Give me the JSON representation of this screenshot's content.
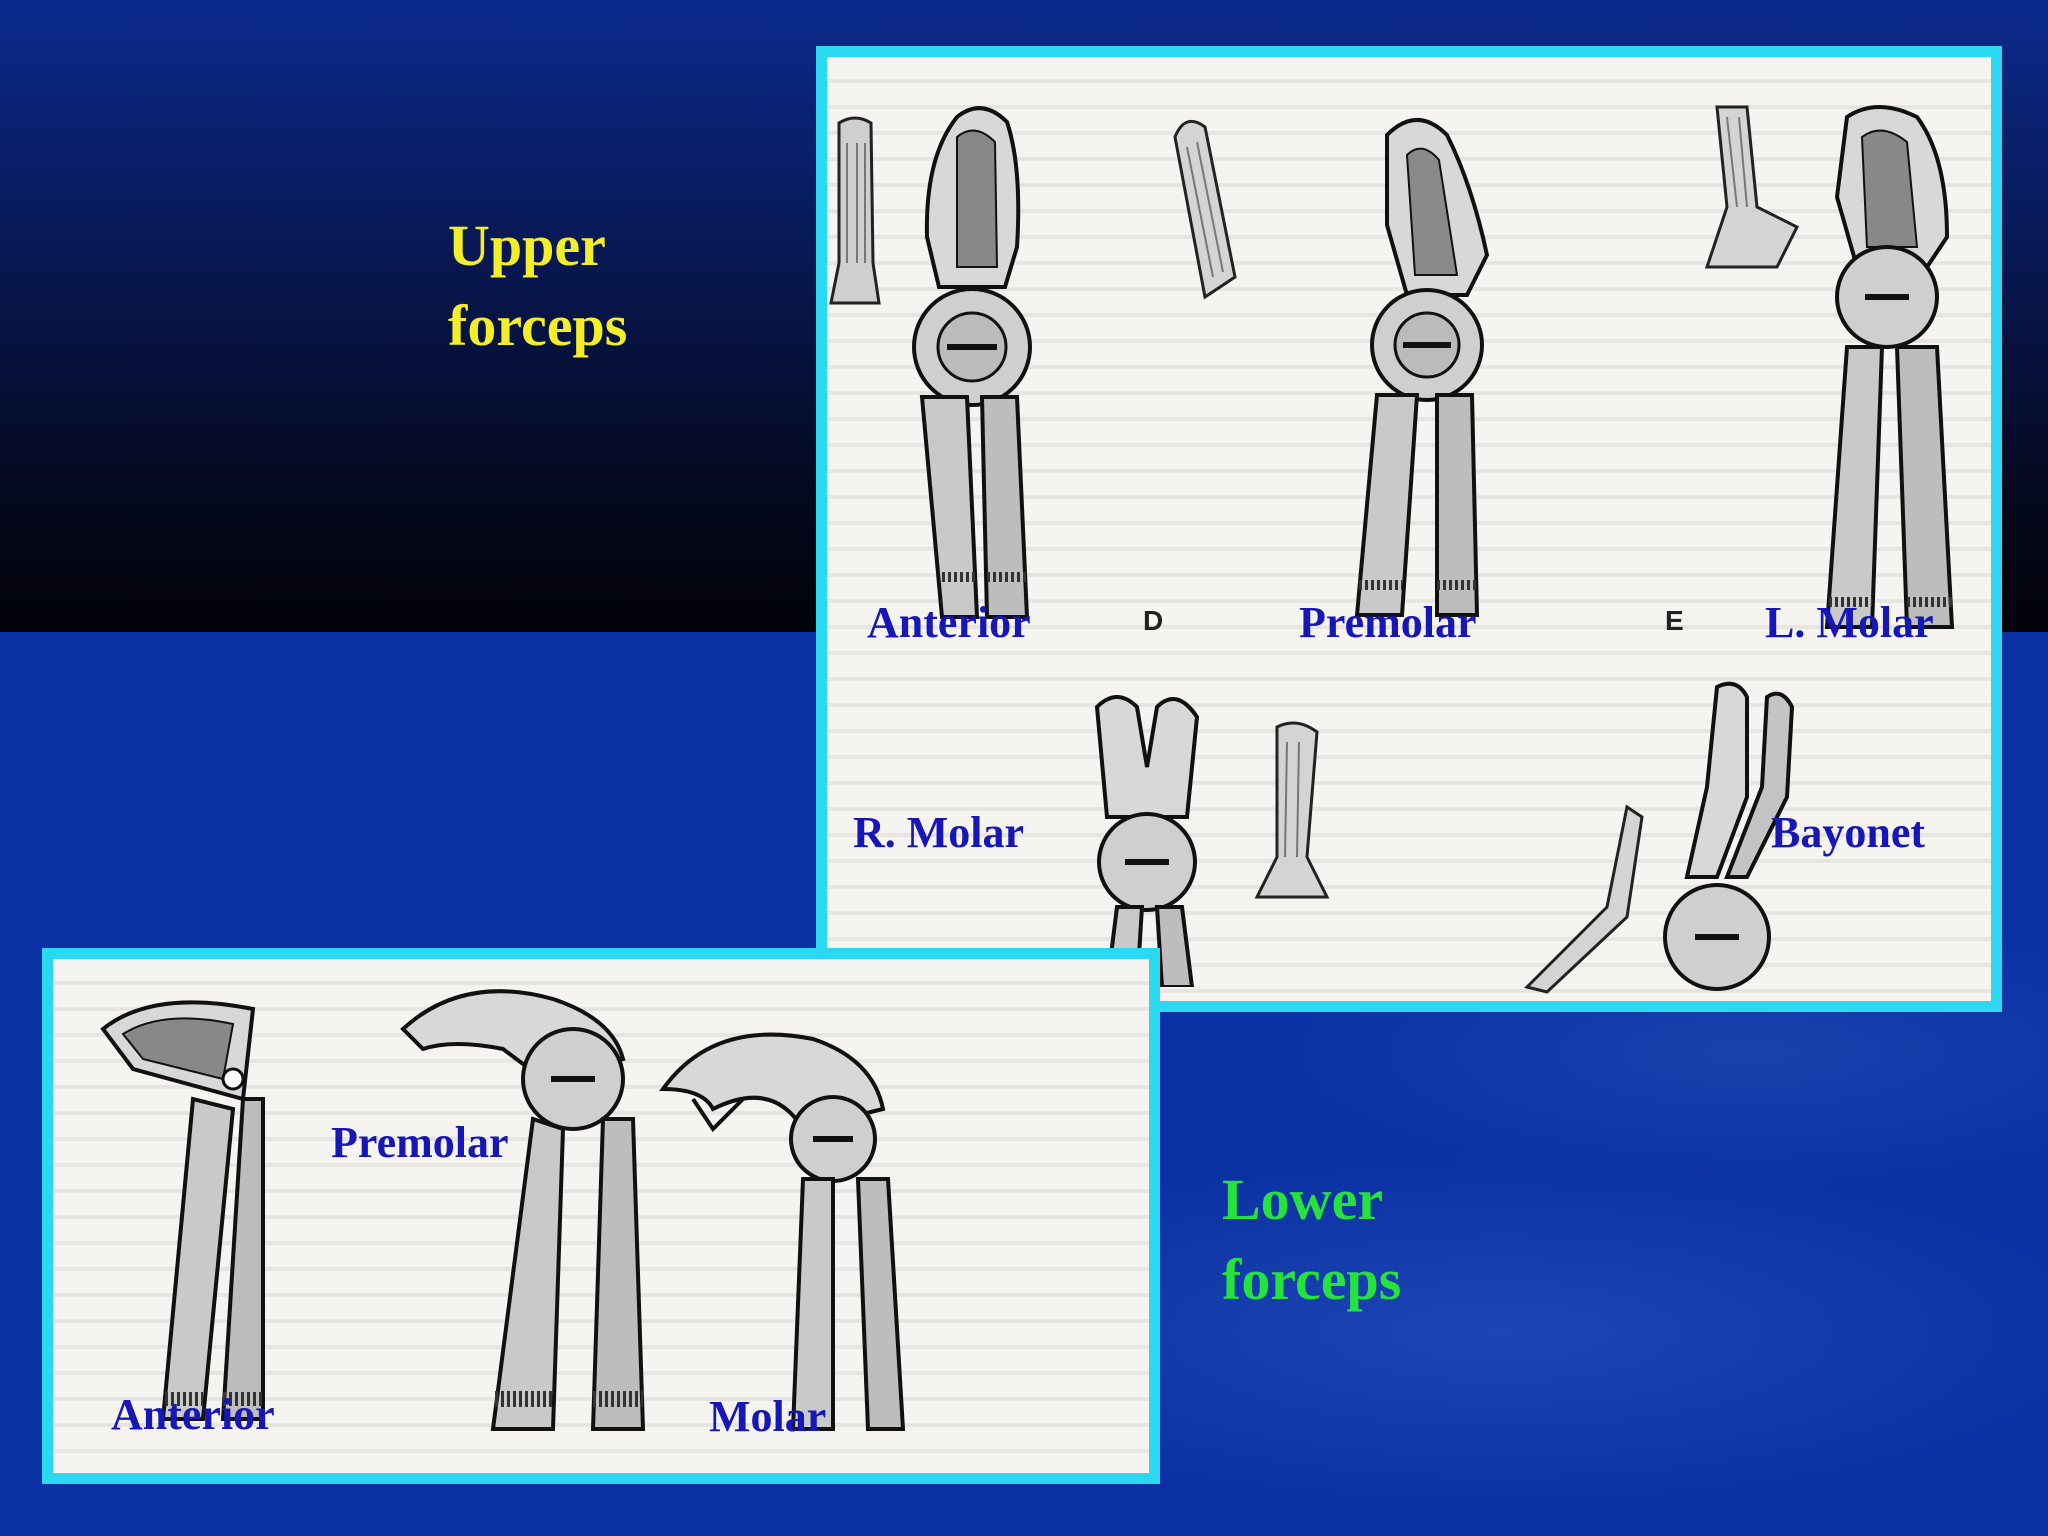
{
  "headings": {
    "upper": [
      "Upper",
      "forceps"
    ],
    "lower": [
      "Lower",
      "forceps"
    ]
  },
  "upper_panel": {
    "labels": {
      "anterior": "Anterior",
      "premolar": "Premolar",
      "l_molar": "L. Molar",
      "r_molar": "R. Molar",
      "bayonet": "Bayonet"
    },
    "figure_letters": [
      "D",
      "E"
    ]
  },
  "lower_panel": {
    "labels": {
      "premolar": "Premolar",
      "anterior": "Anterior",
      "molar": "Molar"
    }
  },
  "colors": {
    "background": "#0a31a3",
    "panel_border": "#2ad8f0",
    "upper_heading": "#f2ee2a",
    "lower_heading": "#25e23c",
    "label_text": "#1717b8"
  }
}
